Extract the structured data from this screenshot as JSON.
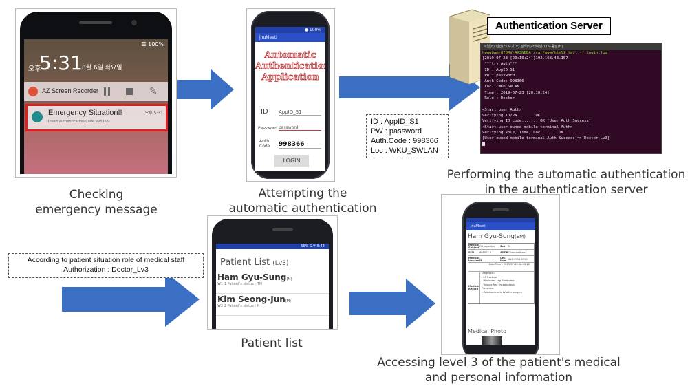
{
  "steps": {
    "checking": {
      "caption_l1": "Checking",
      "caption_l2": "emergency message"
    },
    "attempting": {
      "caption_l1": "Attempting the",
      "caption_l2": "automatic authentication"
    },
    "performing": {
      "caption_l1": "Performing the automatic authentication",
      "caption_l2": "in the authentication server"
    },
    "patient_list": {
      "caption": "Patient list"
    },
    "accessing": {
      "caption_l1": "Accessing level 3 of the patient's medical",
      "caption_l2": "and personal information"
    }
  },
  "phone1": {
    "time": "5:31",
    "ampm": "오후",
    "date": "8월 6일 화요일",
    "battery": "100%",
    "recorder_label": "AZ Screen Recorder",
    "notification_title": "Emergency Situation!!",
    "notification_time": "오후 5:31",
    "notification_body": "Insert authentication(Code:998366)"
  },
  "phone2": {
    "app_name": "jnuMeeti",
    "title_l1": "Automatic",
    "title_l2": "Authentication",
    "title_l3": "Application",
    "id_label": "ID",
    "id_value": "AppID_S1",
    "password_label": "Password",
    "password_value": "password",
    "authcode_label": "Auth. Code",
    "authcode_value": "998366",
    "login_button": "LOGIN"
  },
  "credentials": {
    "id": "ID : AppID_S1",
    "pw": "PW : password",
    "code": "Auth.Code : 998366",
    "loc": "Loc : WKU_SWLAN"
  },
  "server": {
    "label": "Authentication Server",
    "menu": "파일(F)  편집(E)  보기(V)  검색(S)  터미널(T)  도움말(H)",
    "prompt": "hwngbam-870RV-AKSNBBA:/var/www/html$ tail -f login.log",
    "lines": [
      "[2019-07-23 [20:10:24]]192.168.43.157",
      " ***try Auth***",
      " ID : AppID_S1",
      " PW : password",
      " Auth.Code: 998366",
      " Loc : WKU_SWLAN",
      " Time : 2019-07-23 [20:10:24]",
      " Role : Doctor",
      "",
      "<Start user Auth>",
      "Verifying ID/PW........OK",
      "Verifying ID code........OK [User Auth Success]",
      "<Start user-owned mobile terminal Auth>",
      "Verifying Role, Time, Loc........OK",
      "[User-owned mobile terminal Auth Success]=>[Doctor_Lv3]"
    ]
  },
  "authorization_box": {
    "line1": "According to patient situation role of medical staff",
    "line2": "Authorization : Doctor_Lv3"
  },
  "phone3": {
    "battery": "56%",
    "time": "오후 5:44",
    "title": "Patient List",
    "level": "(Lv3)",
    "patients": [
      {
        "name": "Ham Gyu-Sung",
        "suffix": "(M)",
        "status": "W1 1 Patient's status : TM"
      },
      {
        "name": "Kim Seong-Jun",
        "suffix": "(M)",
        "status": "W2 2 Patient's status : N"
      }
    ]
  },
  "phone4": {
    "app_name": "jnuMeeti",
    "patient": "Ham Gyu-Sung",
    "patient_suffix": "(EM)",
    "medical_subject_label": "Medical Subject",
    "medical_subject": "Orthopedics",
    "sex_label": "Sex",
    "sex": "M",
    "ssn_label": "SSN",
    "ssn": "901027-1",
    "addr_label": "ADDR",
    "addr": "Chon-do Iksan",
    "insurance_label": "Medical Insurance",
    "insurance": "N",
    "cell_label": "Cell Num",
    "cell": "010-9999-9999",
    "datetime": "DateTime : 2019-07-15 18:40:20",
    "record_label": "Medical Record",
    "record_lines": [
      "Diagnosis:",
      "- L5 fracture",
      "- Weakness Leg Syndrome",
      "- Unspecified Osteoporosis",
      "Prescribe:",
      "- Zoledronic acid IV after surgery"
    ],
    "photo_label": "Medical Photo"
  },
  "colors": {
    "arrow": "#3a6fc4",
    "notification_border": "#e02020",
    "terminal_bg": "#300a24"
  }
}
